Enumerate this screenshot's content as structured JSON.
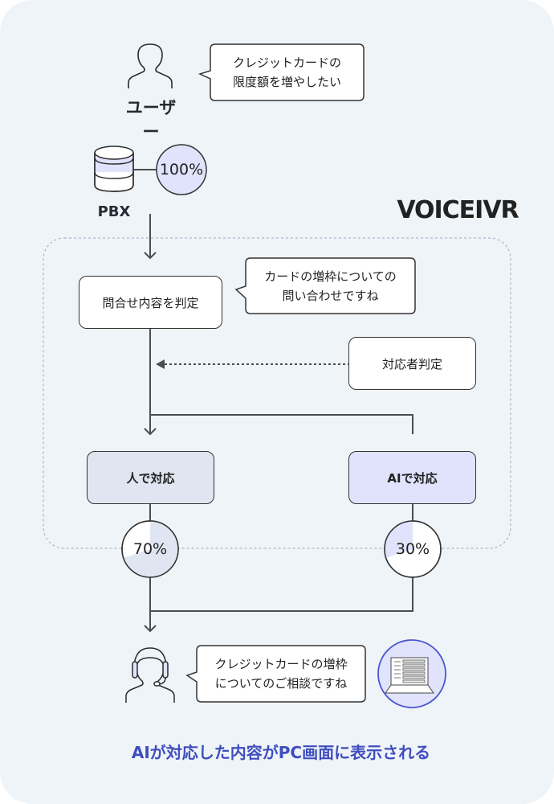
{
  "colors": {
    "background": "#eff4f9",
    "line": "#4a4d52",
    "human_fill": "#dfe6f1",
    "ai_fill": "#e0e3fb",
    "pbx_fill": "#e0e3fb",
    "caption": "#3f4dbe",
    "dotted_border": "#a9b6cd"
  },
  "user": {
    "icon": "person-icon",
    "label": "ユーザー",
    "speech_line1": "クレジットカードの",
    "speech_line2": "限度額を増やしたい"
  },
  "pbx": {
    "icon": "database-icon",
    "label": "PBX",
    "percent_label": "100%",
    "percent": 100
  },
  "system": {
    "title": "VOICEIVR",
    "judge_box": "問合せ内容を判定",
    "ai_speech_line1": "カードの増枠についての",
    "ai_speech_line2": "問い合わせですね",
    "responder_box": "対応者判定",
    "human_box": "人で対応",
    "ai_box": "AIで対応"
  },
  "split": {
    "human_percent_label": "70%",
    "human_percent": 70,
    "ai_percent_label": "30%",
    "ai_percent": 30
  },
  "operator": {
    "icon": "headset-operator-icon",
    "speech_line1": "クレジットカードの増枠",
    "speech_line2": "についてのご相談ですね",
    "pc_icon": "laptop-icon"
  },
  "caption": "AIが対応した内容がPC画面に表示される"
}
